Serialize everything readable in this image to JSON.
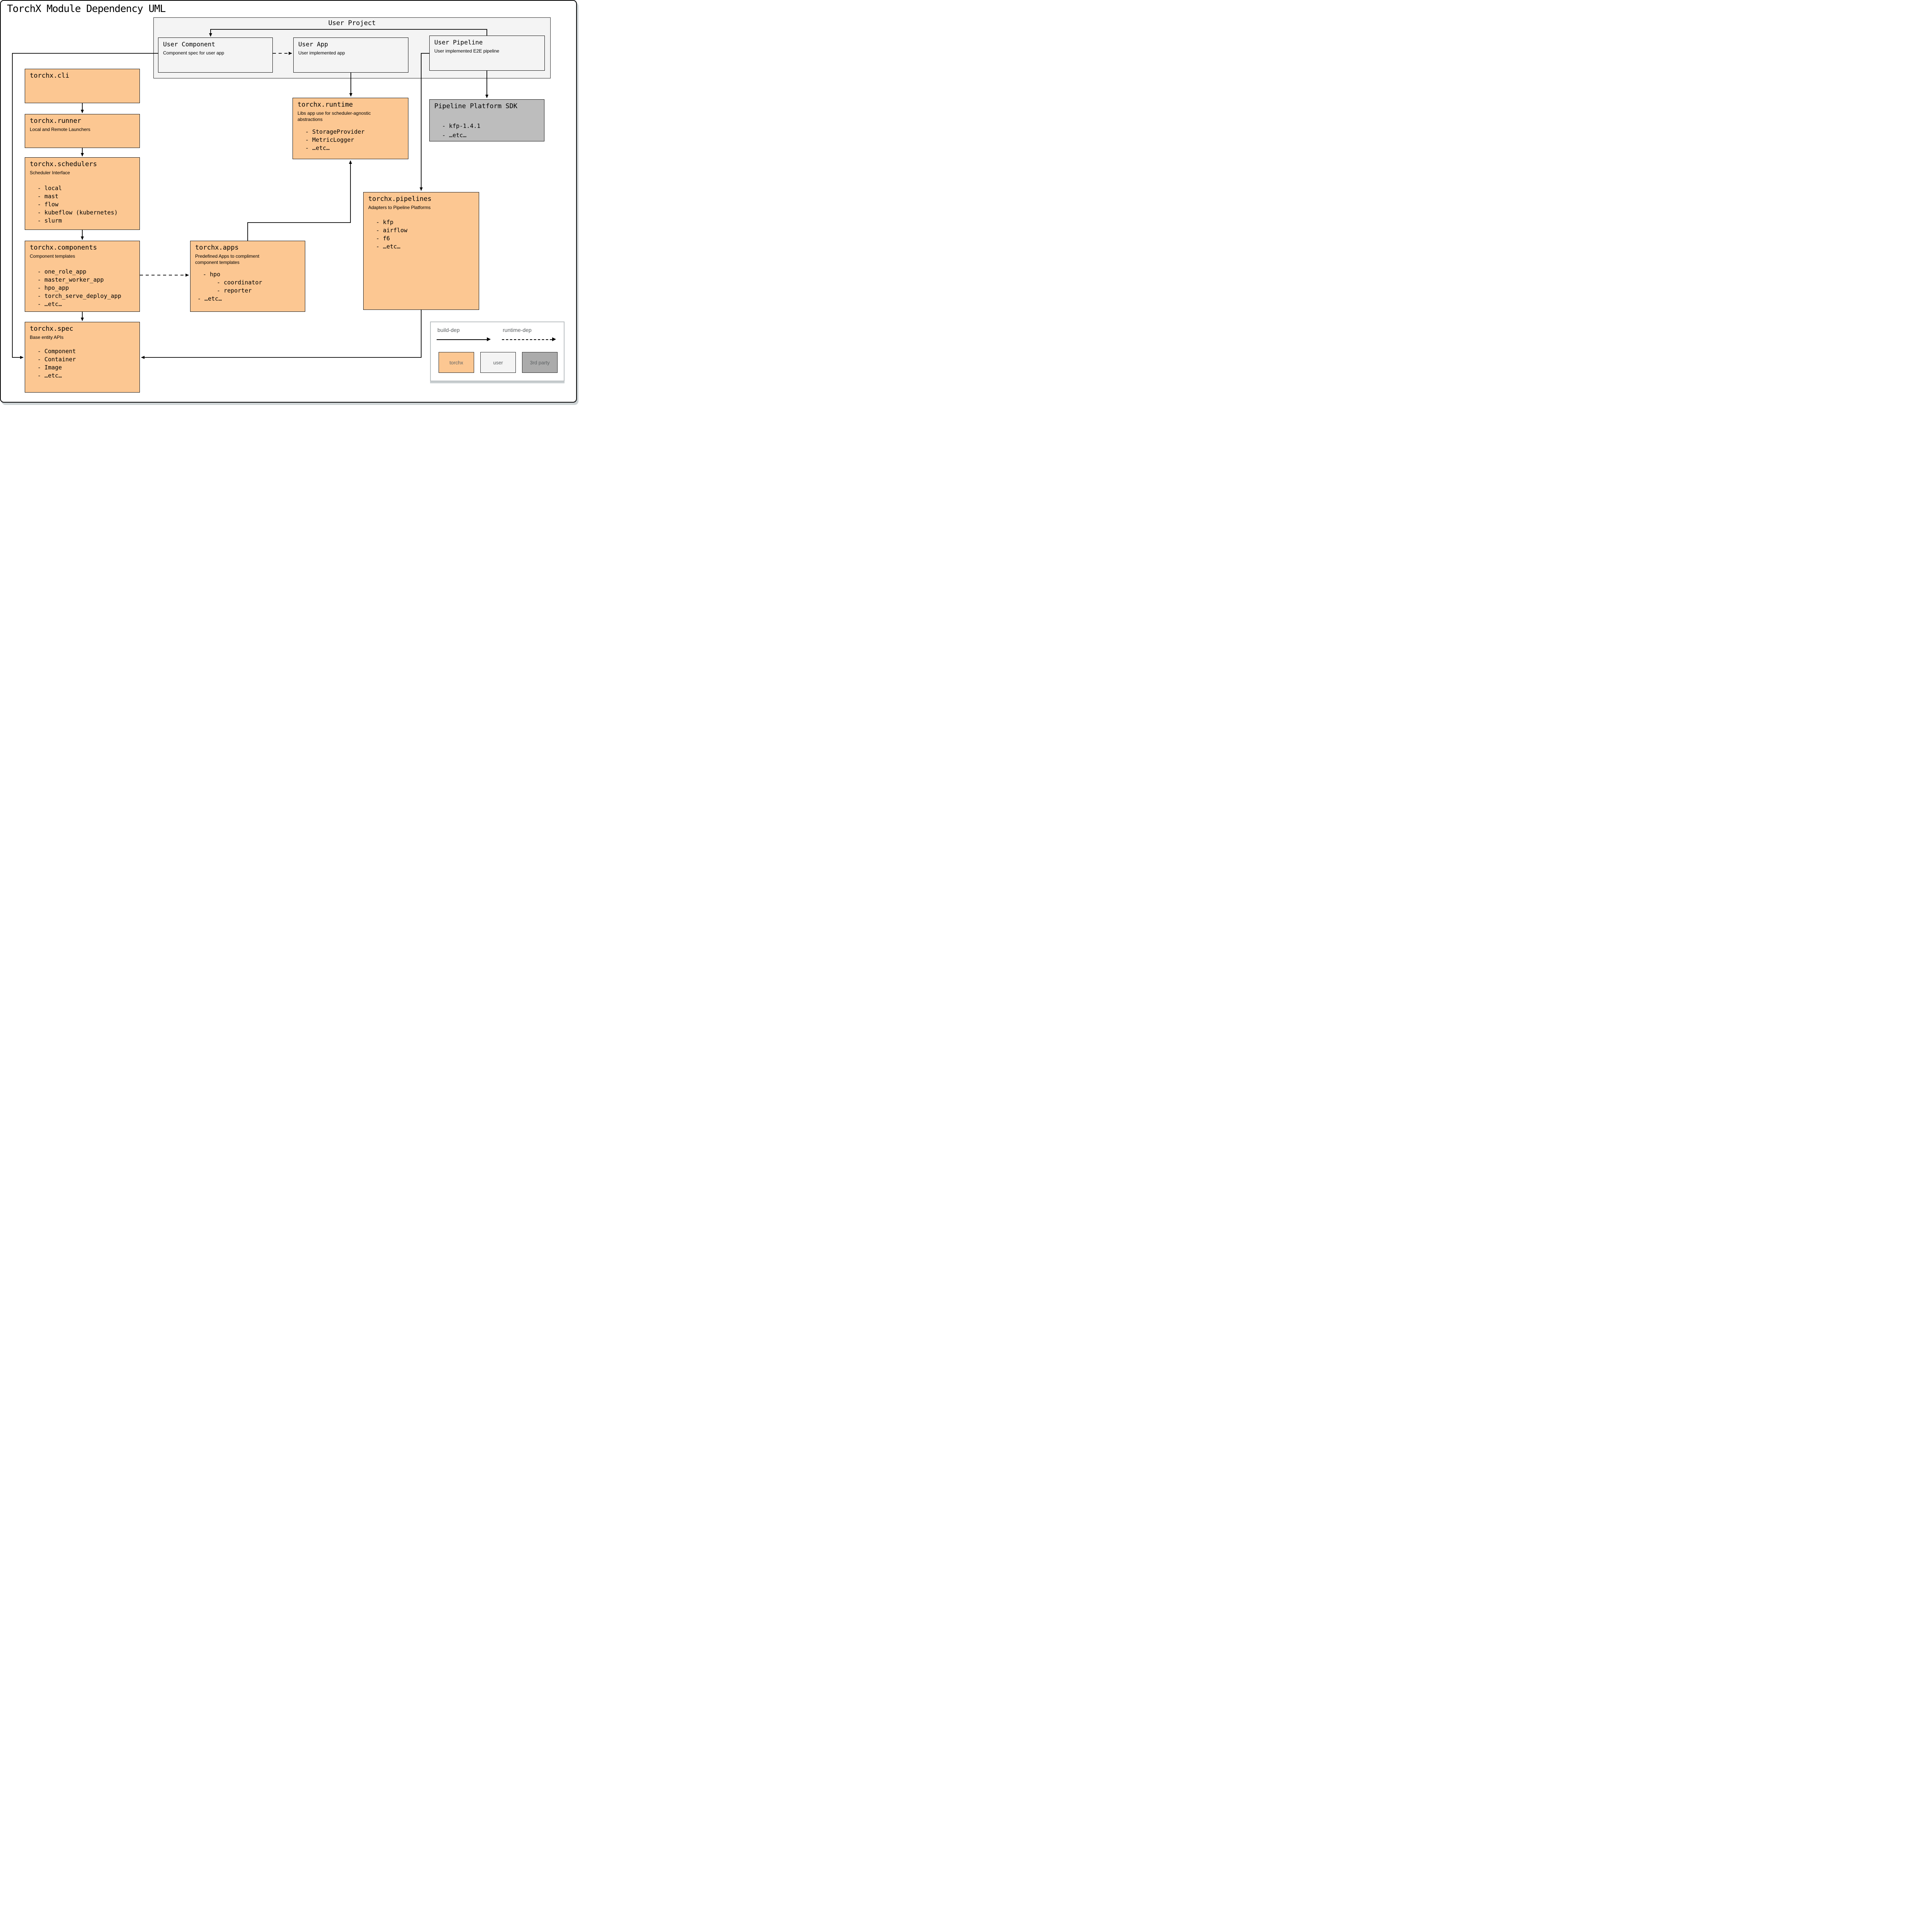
{
  "page": {
    "title": "TorchX Module Dependency UML"
  },
  "colors": {
    "torchx": "#fcc792",
    "user": "#f4f4f4",
    "third_party": "#ababab",
    "sdk_fill": "#bdbdbd"
  },
  "user_project": {
    "label": "User Project",
    "user_component": {
      "title": "User Component",
      "subtitle": "Component spec for user app"
    },
    "user_app": {
      "title": "User App",
      "subtitle": "User implemented app"
    },
    "user_pipeline": {
      "title": "User Pipeline",
      "subtitle": "User implemented E2E pipeline"
    }
  },
  "modules": {
    "cli": {
      "title": "torchx.cli"
    },
    "runner": {
      "title": "torchx.runner",
      "subtitle": "Local and Remote Launchers"
    },
    "schedulers": {
      "title": "torchx.schedulers",
      "subtitle": "Scheduler Interface",
      "items": [
        "- local",
        "- mast",
        "- flow",
        "- kubeflow (kubernetes)",
        "- slurm"
      ]
    },
    "components": {
      "title": "torchx.components",
      "subtitle": "Component templates",
      "items": [
        "- one_role_app",
        "- master_worker_app",
        "- hpo_app",
        "- torch_serve_deploy_app",
        "- …etc…"
      ]
    },
    "spec": {
      "title": "torchx.spec",
      "subtitle": "Base entity APIs",
      "items": [
        "- Component",
        "- Container",
        "- Image",
        "- …etc…"
      ]
    },
    "apps": {
      "title": "torchx.apps",
      "subtitle": "Predefined Apps to compliment component templates",
      "items": [
        "- hpo",
        "- coordinator",
        "- reporter",
        "- …etc…"
      ]
    },
    "runtime": {
      "title": "torchx.runtime",
      "subtitle": "Libs app use for scheduler-agnostic abstractions",
      "items": [
        "- StorageProvider",
        "- MetricLogger",
        "- …etc…"
      ]
    },
    "pipelines": {
      "title": "torchx.pipelines",
      "subtitle": "Adapters to Pipeline Platforms",
      "items": [
        "- kfp",
        "- airflow",
        "- f6",
        "- …etc…"
      ]
    },
    "sdk": {
      "title": "Pipeline Platform SDK",
      "items": [
        "- kfp-1.4.1",
        "- …etc…"
      ]
    }
  },
  "legend": {
    "build_dep": "build-dep",
    "runtime_dep": "runtime-dep",
    "swatches": [
      {
        "label": "torchx"
      },
      {
        "label": "user"
      },
      {
        "label": "3rd party"
      }
    ]
  },
  "edges": [
    {
      "from": "torchx.cli",
      "to": "torchx.runner",
      "type": "build-dep"
    },
    {
      "from": "torchx.runner",
      "to": "torchx.schedulers",
      "type": "build-dep"
    },
    {
      "from": "torchx.schedulers",
      "to": "torchx.components",
      "type": "build-dep"
    },
    {
      "from": "torchx.components",
      "to": "torchx.spec",
      "type": "build-dep"
    },
    {
      "from": "torchx.components",
      "to": "torchx.apps",
      "type": "runtime-dep"
    },
    {
      "from": "User Component",
      "to": "User App",
      "type": "runtime-dep"
    },
    {
      "from": "User Component",
      "to": "torchx.spec",
      "type": "build-dep"
    },
    {
      "from": "User App",
      "to": "torchx.runtime",
      "type": "build-dep"
    },
    {
      "from": "torchx.apps",
      "to": "torchx.runtime",
      "type": "build-dep"
    },
    {
      "from": "User Pipeline",
      "to": "User Component",
      "type": "build-dep"
    },
    {
      "from": "User Pipeline",
      "to": "Pipeline Platform SDK",
      "type": "build-dep"
    },
    {
      "from": "User Pipeline",
      "to": "torchx.pipelines",
      "type": "build-dep"
    },
    {
      "from": "torchx.pipelines",
      "to": "torchx.spec",
      "type": "build-dep"
    }
  ]
}
